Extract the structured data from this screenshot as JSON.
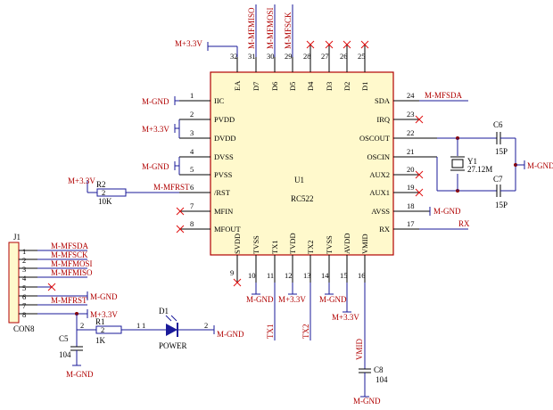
{
  "u1": {
    "ref": "U1",
    "part": "RC522",
    "top_pins": [
      {
        "num": "32",
        "label": "EA",
        "net": "M+3.3V"
      },
      {
        "num": "31",
        "label": "D7",
        "net": "M-MFMISO"
      },
      {
        "num": "30",
        "label": "D6",
        "net": "M-MFMOSI"
      },
      {
        "num": "29",
        "label": "D5",
        "net": "M-MFSCK"
      },
      {
        "num": "28",
        "label": "D4",
        "net": ""
      },
      {
        "num": "27",
        "label": "D3",
        "net": ""
      },
      {
        "num": "26",
        "label": "D2",
        "net": ""
      },
      {
        "num": "25",
        "label": "D1",
        "net": ""
      }
    ],
    "left_pins": [
      {
        "num": "1",
        "label": "IIC",
        "net": "M-GND"
      },
      {
        "num": "2",
        "label": "PVDD",
        "net": "M+3.3V"
      },
      {
        "num": "3",
        "label": "DVDD",
        "net": ""
      },
      {
        "num": "4",
        "label": "DVSS",
        "net": "M-GND"
      },
      {
        "num": "5",
        "label": "PVSS",
        "net": ""
      },
      {
        "num": "6",
        "label": "/RST",
        "net": "M-MFRST"
      },
      {
        "num": "7",
        "label": "MFIN",
        "net": ""
      },
      {
        "num": "8",
        "label": "MFOUT",
        "net": ""
      }
    ],
    "right_pins": [
      {
        "num": "24",
        "label": "SDA",
        "net": "M-MFSDA"
      },
      {
        "num": "23",
        "label": "IRQ",
        "net": ""
      },
      {
        "num": "22",
        "label": "OSCOUT",
        "net": ""
      },
      {
        "num": "21",
        "label": "OSCIN",
        "net": ""
      },
      {
        "num": "20",
        "label": "AUX2",
        "net": ""
      },
      {
        "num": "19",
        "label": "AUX1",
        "net": ""
      },
      {
        "num": "18",
        "label": "AVSS",
        "net": "M-GND"
      },
      {
        "num": "17",
        "label": "RX",
        "net": "RX"
      }
    ],
    "bottom_pins": [
      {
        "num": "9",
        "label": "SVDD",
        "net": ""
      },
      {
        "num": "10",
        "label": "TVSS",
        "net": "M-GND"
      },
      {
        "num": "11",
        "label": "TX1",
        "net": "TX1"
      },
      {
        "num": "12",
        "label": "TVDD",
        "net": "M+3.3V"
      },
      {
        "num": "13",
        "label": "TX2",
        "net": "TX2"
      },
      {
        "num": "14",
        "label": "TVSS",
        "net": "M-GND"
      },
      {
        "num": "15",
        "label": "AVDD",
        "net": "M+3.3V"
      },
      {
        "num": "16",
        "label": "VMID",
        "net": "VMID"
      }
    ]
  },
  "j1": {
    "ref": "J1",
    "part": "CON8",
    "pins": [
      {
        "num": "1",
        "net": "M-MFSDA"
      },
      {
        "num": "2",
        "net": "M-MFSCK"
      },
      {
        "num": "3",
        "net": "M-MFMOSI"
      },
      {
        "num": "4",
        "net": "M-MFMISO"
      },
      {
        "num": "5",
        "net": ""
      },
      {
        "num": "6",
        "net": "M-GND"
      },
      {
        "num": "7",
        "net": "M-MFRST"
      },
      {
        "num": "8",
        "net": "M+3.3V"
      }
    ]
  },
  "components": {
    "r2": {
      "ref": "R2",
      "value": "10K",
      "pin": "2",
      "net_left": "M+3.3V",
      "net_right": "M-MFRST"
    },
    "r1": {
      "ref": "R1",
      "value": "1K",
      "pin_a": "2",
      "pin_b": "1",
      "pin_c": "1"
    },
    "c5": {
      "ref": "C5",
      "value": "104",
      "pin": "2",
      "gnd": "M-GND"
    },
    "d1": {
      "ref": "D1",
      "label": "POWER",
      "pin": "2",
      "gnd": "M-GND"
    },
    "c6": {
      "ref": "C6",
      "value": "15P"
    },
    "c7": {
      "ref": "C7",
      "value": "15P"
    },
    "y1": {
      "ref": "Y1",
      "value": "27.12M"
    },
    "crystal_gnd": "M-GND",
    "c8": {
      "ref": "C8",
      "value": "104",
      "gnd": "M-GND"
    }
  }
}
